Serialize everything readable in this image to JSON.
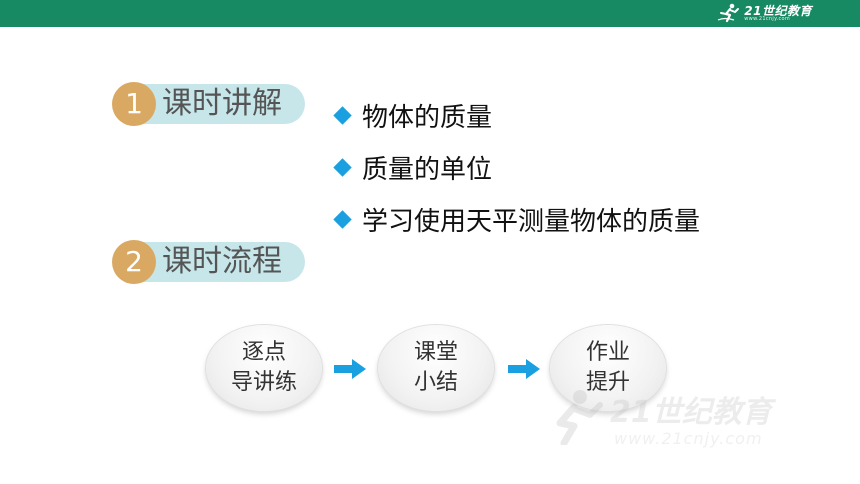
{
  "header": {
    "brand_color": "#178a64",
    "logo": {
      "text": "21世纪教育",
      "subtext": "www.21cnjy.com"
    }
  },
  "sections": [
    {
      "number": "1",
      "label": "课时讲解"
    },
    {
      "number": "2",
      "label": "课时流程"
    }
  ],
  "bullets": [
    "物体的质量",
    "质量的单位",
    "学习使用天平测量物体的质量"
  ],
  "flow": [
    {
      "line1": "逐点",
      "line2": "导讲练"
    },
    {
      "line1": "课堂",
      "line2": "小结"
    },
    {
      "line1": "作业",
      "line2": "提升"
    }
  ],
  "colors": {
    "section_number_bg": "#d9a963",
    "section_pill_bg": "#c7e6ea",
    "bullet_diamond": "#1aa0e0",
    "flow_arrow": "#1aa0e0"
  },
  "watermark": {
    "text": "21世纪教育",
    "subtext": "www.21cnjy.com"
  }
}
